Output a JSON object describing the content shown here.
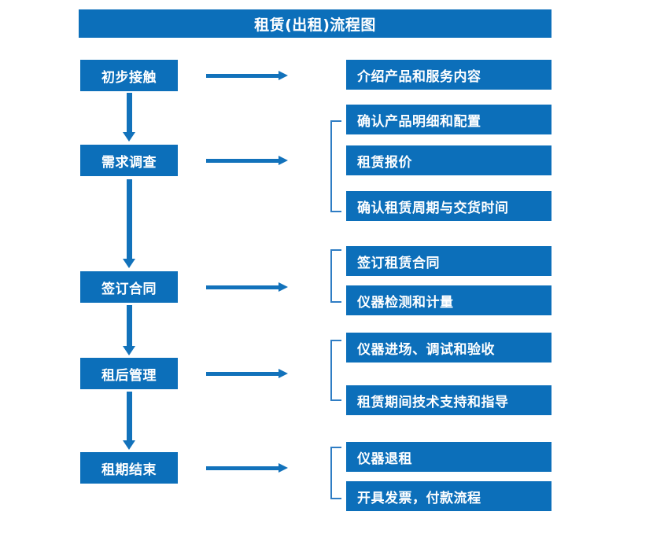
{
  "title": "租赁(出租)流程图",
  "theme": {
    "box_fill": "#0c6fba",
    "box_text": "#ffffff",
    "arrow": "#1272bb",
    "bracket": "#2f7dc4",
    "background": "#ffffff"
  },
  "stages": [
    {
      "label": "初步接触"
    },
    {
      "label": "需求调查"
    },
    {
      "label": "签订合同"
    },
    {
      "label": "租后管理"
    },
    {
      "label": "租期结束"
    }
  ],
  "details": [
    {
      "label": "介绍产品和服务内容"
    },
    {
      "label": "确认产品明细和配置"
    },
    {
      "label": "租赁报价"
    },
    {
      "label": "确认租赁周期与交货时间"
    },
    {
      "label": "签订租赁合同"
    },
    {
      "label": "仪器检测和计量"
    },
    {
      "label": "仪器进场、调试和验收"
    },
    {
      "label": "租赁期间技术支持和指导"
    },
    {
      "label": "仪器退租"
    },
    {
      "label": "开具发票，付款流程"
    }
  ],
  "connectors": {
    "horizontal_arrow_count": 5,
    "vertical_arrow_count": 4,
    "bracket_count": 4
  }
}
